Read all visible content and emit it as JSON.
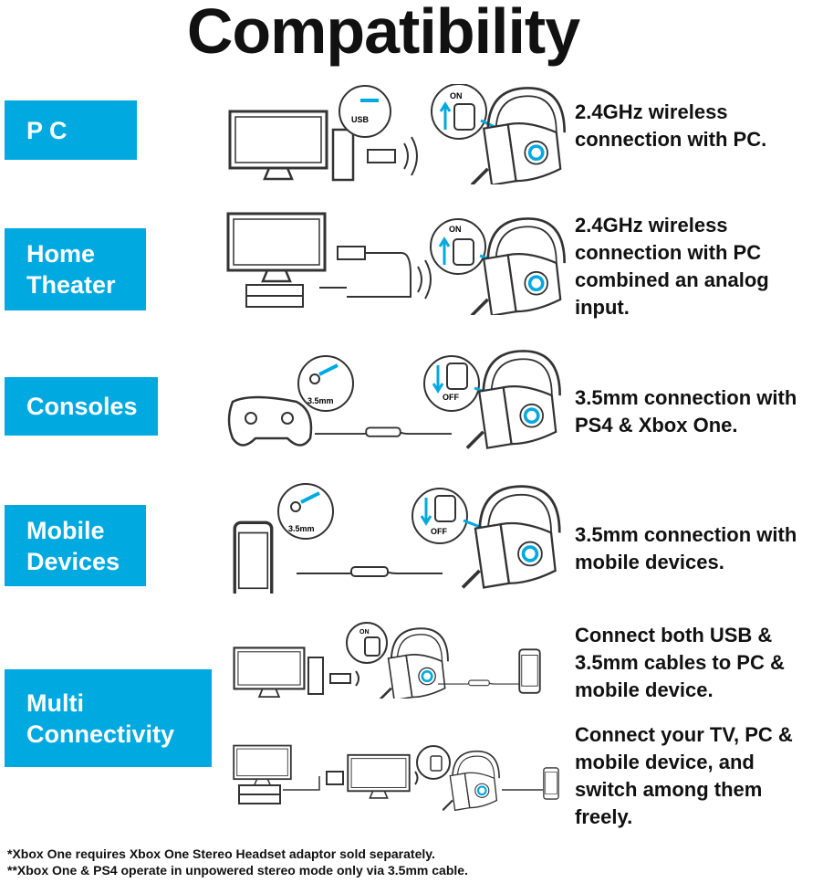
{
  "title": "Compatibility",
  "colors": {
    "accent": "#00a9e0",
    "text": "#111111"
  },
  "rows": [
    {
      "label": "P C",
      "description": "2.4GHz wireless\nconnection with PC.",
      "switch": "ON",
      "port": "USB"
    },
    {
      "label": "Home\nTheater",
      "description": "2.4GHz wireless\nconnection with PC\ncombined an analog\ninput.",
      "switch": "ON"
    },
    {
      "label": "Consoles",
      "description": "3.5mm connection with\nPS4 & Xbox One.",
      "switch": "OFF",
      "port": "3.5mm"
    },
    {
      "label": "Mobile\nDevices",
      "description": "3.5mm connection  with\nmobile devices.",
      "switch": "OFF",
      "port": "3.5mm"
    },
    {
      "label": "Multi\nConnectivity",
      "description": "Connect both USB &\n3.5mm cables to PC &\nmobile device.",
      "description2": "Connect your TV, PC &\nmobile device, and\nswitch among them\nfreely.",
      "switch": "ON"
    }
  ],
  "footnotes": [
    "*Xbox One requires Xbox One Stereo Headset adaptor sold separately.",
    "**Xbox One & PS4 operate in unpowered stereo mode only via 3.5mm cable."
  ]
}
